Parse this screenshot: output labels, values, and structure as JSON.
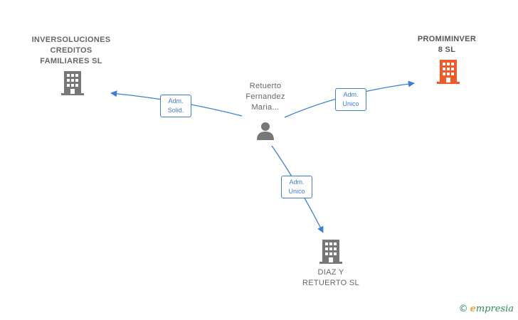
{
  "nodes": {
    "person": {
      "name": "Retuerto\nFernandez\nMaria..."
    },
    "company_left": {
      "name": "INVERSOLUCIONES\nCREDITOS\nFAMILIARES SL"
    },
    "company_right": {
      "name": "PROMIMINVER\n8  SL"
    },
    "company_bottom": {
      "name": "DIAZ Y\nRETUERTO  SL"
    }
  },
  "edges": {
    "left": {
      "line1": "Adm.",
      "line2": "Solid."
    },
    "right": {
      "line1": "Adm.",
      "line2": "Unico"
    },
    "bottom": {
      "line1": "Adm.",
      "line2": "Unico"
    }
  },
  "colors": {
    "edge": "#3b7dd8",
    "company_default": "#777777",
    "company_highlight": "#f05a28",
    "person": "#777777"
  },
  "icons": {
    "person": "person-icon",
    "company": "building-icon"
  },
  "brand": {
    "copyright": "©",
    "first_letter": "e",
    "rest": "mpresia"
  }
}
